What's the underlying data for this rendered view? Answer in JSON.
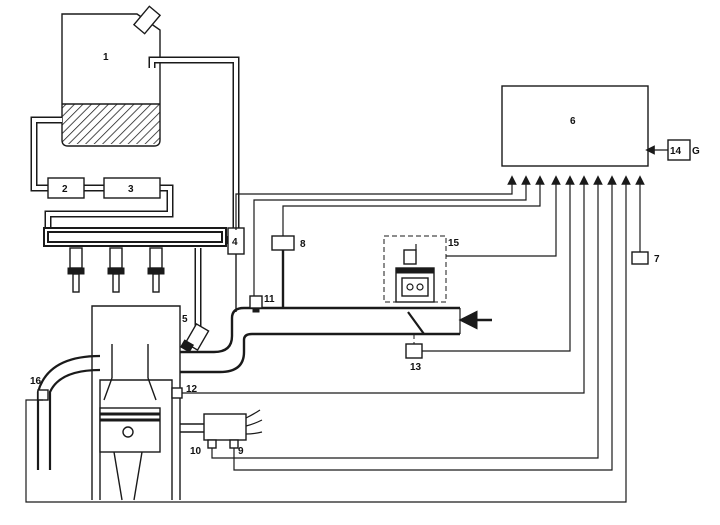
{
  "diagram": {
    "labels": {
      "tank": "1",
      "pump": "2",
      "filter": "3",
      "regulator": "4",
      "injector": "5",
      "ecu": "6",
      "sensor7": "7",
      "sensor8": "8",
      "sensor9": "9",
      "sensor10": "10",
      "sensor11": "11",
      "sensor12": "12",
      "sensor13": "13",
      "module14": "14",
      "module15": "15",
      "sensor16": "16",
      "ecu_input": "G"
    }
  }
}
